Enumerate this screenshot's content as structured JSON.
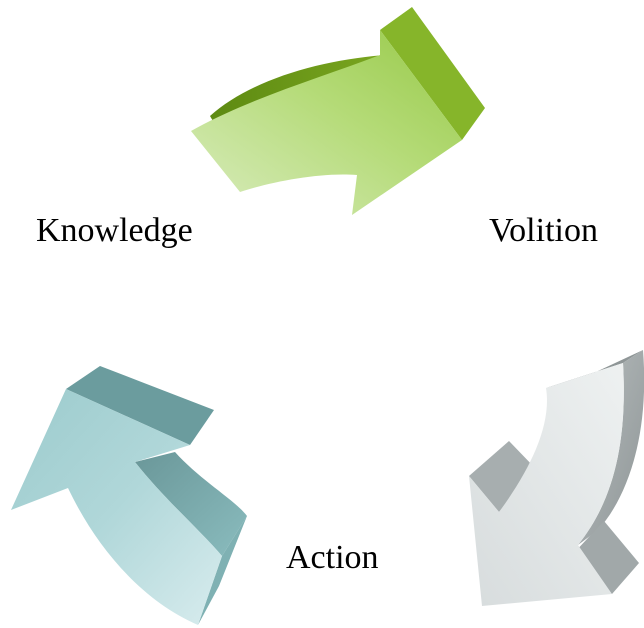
{
  "diagram": {
    "type": "cycle",
    "nodes": [
      {
        "id": "knowledge",
        "label": "Knowledge"
      },
      {
        "id": "volition",
        "label": "Volition"
      },
      {
        "id": "action",
        "label": "Action"
      }
    ],
    "arrows": [
      {
        "from": "knowledge",
        "to": "volition",
        "color": "#9bc84a"
      },
      {
        "from": "volition",
        "to": "action",
        "color": "#c9cfd0"
      },
      {
        "from": "action",
        "to": "knowledge",
        "color": "#8fc4c6"
      }
    ]
  }
}
